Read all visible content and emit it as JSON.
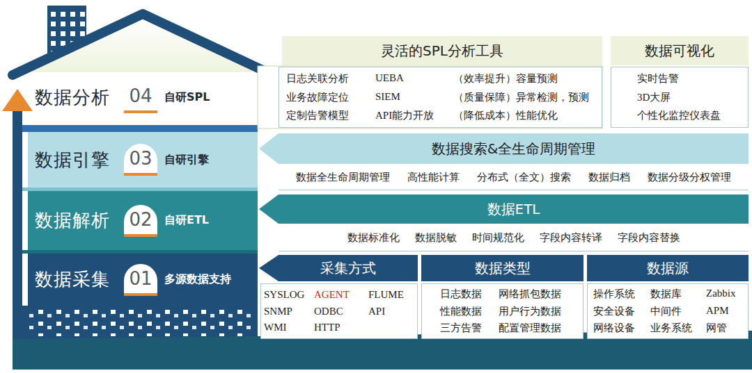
{
  "diagram": {
    "nodes": [
      {
        "text": [
          "数据分析",
          "自研SPL"
        ]
      },
      {
        "text": [
          "04"
        ],
        "in": 0
      },
      {
        "text": [
          "数据引擎",
          "自研引擎"
        ]
      },
      {
        "text": [
          "03"
        ],
        "in": 2
      },
      {
        "text": [
          "数据解析",
          "自研ETL"
        ]
      },
      {
        "text": [
          "02"
        ],
        "in": 4
      },
      {
        "text": [
          "数据采集",
          "多源数据支持"
        ]
      },
      {
        "text": [
          "01"
        ],
        "in": 6
      },
      {
        "text": [
          "灵活的SPL分析工具"
        ]
      },
      {
        "text": [
          "日志关联分析",
          "UEBA",
          "（效率提升）容量预测",
          "业务故障定位",
          "SIEM",
          "（质量保障）异常检测，预测",
          "定制告警模型",
          "API能力开放",
          "（降低成本）性能优化"
        ]
      },
      {
        "text": [
          "数据可视化"
        ]
      },
      {
        "text": [
          "实时告警",
          "3D大屏",
          "个性化监控仪表盘"
        ]
      },
      {
        "text": [
          "数据搜索&全生命周期管理"
        ]
      },
      {
        "text": [
          "数据全生命周期管理",
          "高性能计算",
          "分布式（全文）搜索",
          "数据归档",
          "数据分级分权管理"
        ]
      },
      {
        "text": [
          "数据ETL"
        ]
      },
      {
        "text": [
          "数据标准化",
          "数据脱敏",
          "时间规范化",
          "字段内容转译",
          "字段内容替换"
        ]
      },
      {
        "text": [
          "采集方式"
        ]
      },
      {
        "text": [
          "SYSLOG",
          "AGENT",
          "FLUME",
          "SNMP",
          "ODBC",
          "API",
          "WMI",
          "HTTP"
        ]
      },
      {
        "text": [
          "数据类型"
        ]
      },
      {
        "text": [
          "日志数据",
          "网络抓包数据",
          "性能数据",
          "用户行为数据",
          "三方告警",
          "配置管理数据"
        ]
      },
      {
        "text": [
          "数据源"
        ]
      },
      {
        "text": [
          "操作系统",
          "数据库",
          "Zabbix",
          "安全设备",
          "中间件",
          "APM",
          "网络设备",
          "业务系统",
          "网管"
        ]
      }
    ]
  }
}
